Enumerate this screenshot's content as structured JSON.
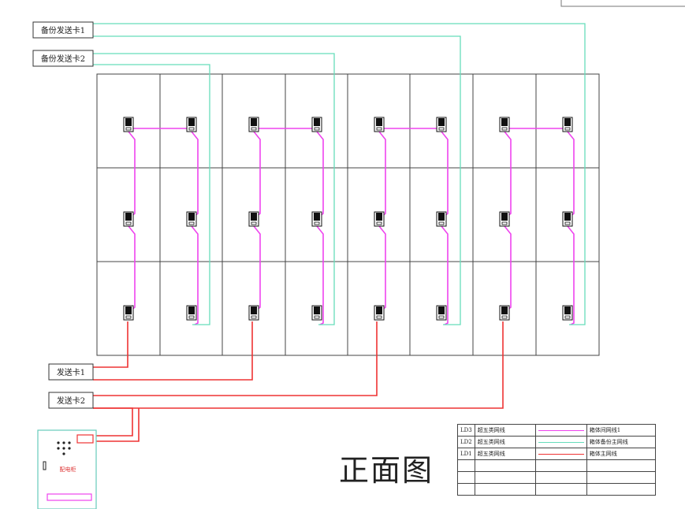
{
  "labels": {
    "backup_card_1": "备份发送卡1",
    "backup_card_2": "备份发送卡2",
    "send_card_1": "发送卡1",
    "send_card_2": "发送卡2",
    "distribution_box": "配电柜",
    "title": "正面图"
  },
  "legend": {
    "rows": [
      {
        "code": "LD3",
        "cable": "超五类网线",
        "line_label": "箱体间网线1",
        "color": "#ee44ee"
      },
      {
        "code": "LD2",
        "cable": "超五类网线",
        "line_label": "箱体备份主网线",
        "color": "#66ddbb"
      },
      {
        "code": "LD1",
        "cable": "超五类网线",
        "line_label": "箱体主网线",
        "color": "#ee3333"
      }
    ]
  },
  "colors": {
    "inter_cabinet": "#ee44ee",
    "backup": "#66ddbb",
    "main": "#ee3333",
    "grid": "#444444"
  }
}
